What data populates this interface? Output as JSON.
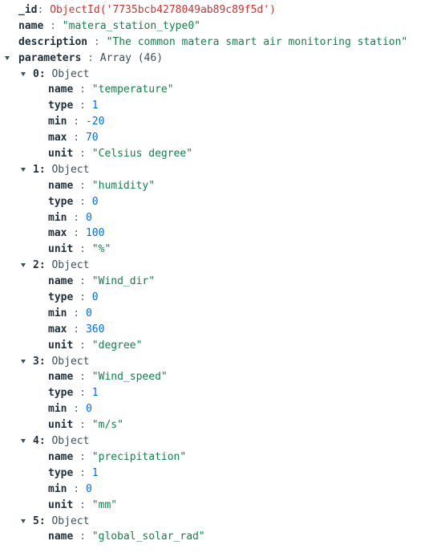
{
  "document": {
    "id_key": "_id",
    "id_value": "ObjectId('7735bcb4278049ab89c89f5d')",
    "name_key": "name",
    "name_value": "\"matera_station_type0\"",
    "description_key": "description",
    "description_value": "\"The common matera smart air monitoring station\"",
    "parameters_key": "parameters",
    "parameters_meta": "Array (46)",
    "items": [
      {
        "index": "0:",
        "type_label": "Object",
        "fields": [
          {
            "key": "name",
            "value": "\"temperature\"",
            "kind": "str"
          },
          {
            "key": "type",
            "value": "1",
            "kind": "num"
          },
          {
            "key": "min",
            "value": "-20",
            "kind": "num"
          },
          {
            "key": "max",
            "value": "70",
            "kind": "num"
          },
          {
            "key": "unit",
            "value": "\"Celsius degree\"",
            "kind": "str"
          }
        ]
      },
      {
        "index": "1:",
        "type_label": "Object",
        "fields": [
          {
            "key": "name",
            "value": "\"humidity\"",
            "kind": "str"
          },
          {
            "key": "type",
            "value": "0",
            "kind": "num"
          },
          {
            "key": "min",
            "value": "0",
            "kind": "num"
          },
          {
            "key": "max",
            "value": "100",
            "kind": "num"
          },
          {
            "key": "unit",
            "value": "\"%\"",
            "kind": "str"
          }
        ]
      },
      {
        "index": "2:",
        "type_label": "Object",
        "fields": [
          {
            "key": "name",
            "value": "\"Wind_dir\"",
            "kind": "str"
          },
          {
            "key": "type",
            "value": "0",
            "kind": "num"
          },
          {
            "key": "min",
            "value": "0",
            "kind": "num"
          },
          {
            "key": "max",
            "value": "360",
            "kind": "num"
          },
          {
            "key": "unit",
            "value": "\"degree\"",
            "kind": "str"
          }
        ]
      },
      {
        "index": "3:",
        "type_label": "Object",
        "fields": [
          {
            "key": "name",
            "value": "\"Wind_speed\"",
            "kind": "str"
          },
          {
            "key": "type",
            "value": "1",
            "kind": "num"
          },
          {
            "key": "min",
            "value": "0",
            "kind": "num"
          },
          {
            "key": "unit",
            "value": "\"m/s\"",
            "kind": "str"
          }
        ]
      },
      {
        "index": "4:",
        "type_label": "Object",
        "fields": [
          {
            "key": "name",
            "value": "\"precipitation\"",
            "kind": "str"
          },
          {
            "key": "type",
            "value": "1",
            "kind": "num"
          },
          {
            "key": "min",
            "value": "0",
            "kind": "num"
          },
          {
            "key": "unit",
            "value": "\"mm\"",
            "kind": "str"
          }
        ]
      },
      {
        "index": "5:",
        "type_label": "Object",
        "fields": [
          {
            "key": "name",
            "value": "\"global_solar_rad\"",
            "kind": "str"
          }
        ]
      }
    ]
  },
  "icons": {
    "expand": "caret-down-icon"
  }
}
